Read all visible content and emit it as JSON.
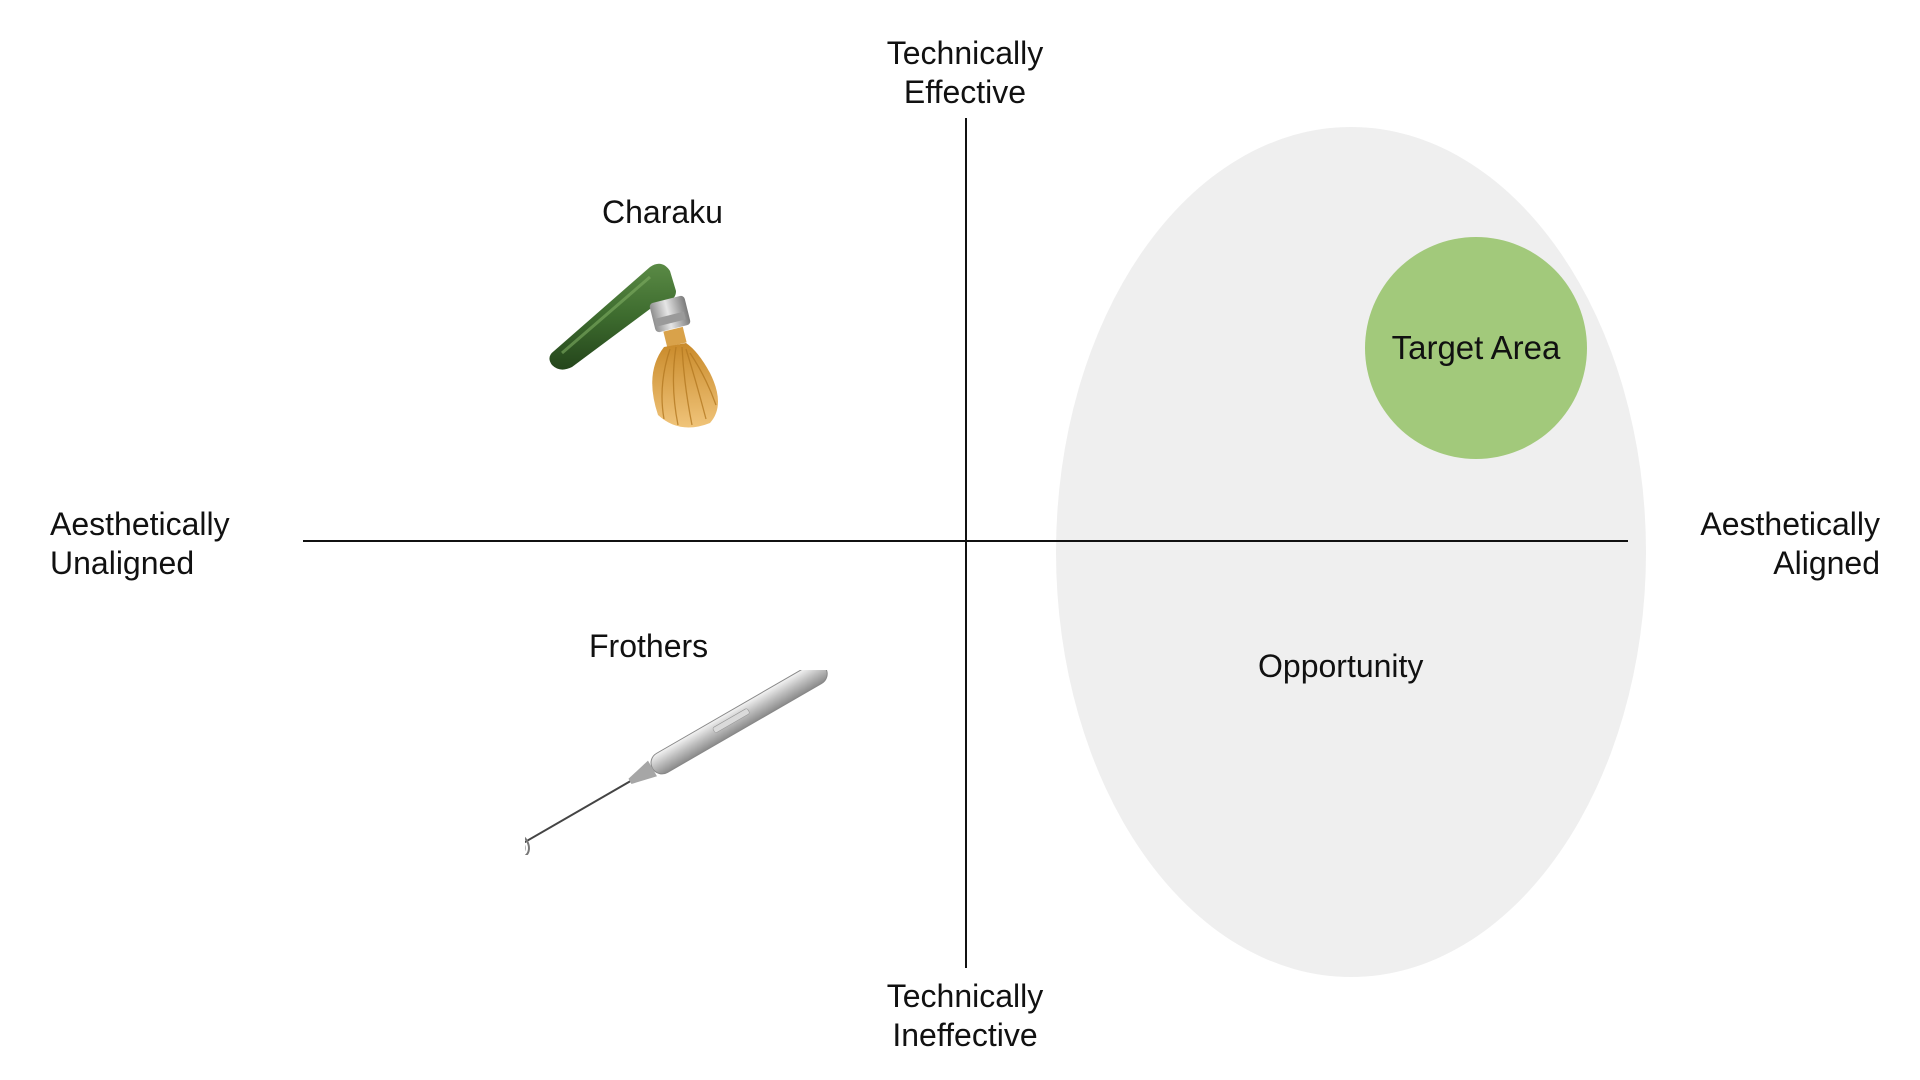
{
  "axes": {
    "top": "Technically\nEffective",
    "bottom": "Technically\nIneffective",
    "left": "Aesthetically\nUnaligned",
    "right": "Aesthetically\nAligned"
  },
  "items": {
    "charaku": "Charaku",
    "frothers": "Frothers"
  },
  "regions": {
    "opportunity": "Opportunity",
    "target_area": "Target Area"
  },
  "colors": {
    "opportunity_fill": "#efefef",
    "target_fill": "#a2c97b",
    "charaku_green": "#3d6b2e",
    "axis": "#111111"
  },
  "icons": {
    "charaku": "electric-matcha-whisk-icon",
    "frothers": "handheld-milk-frother-icon"
  }
}
